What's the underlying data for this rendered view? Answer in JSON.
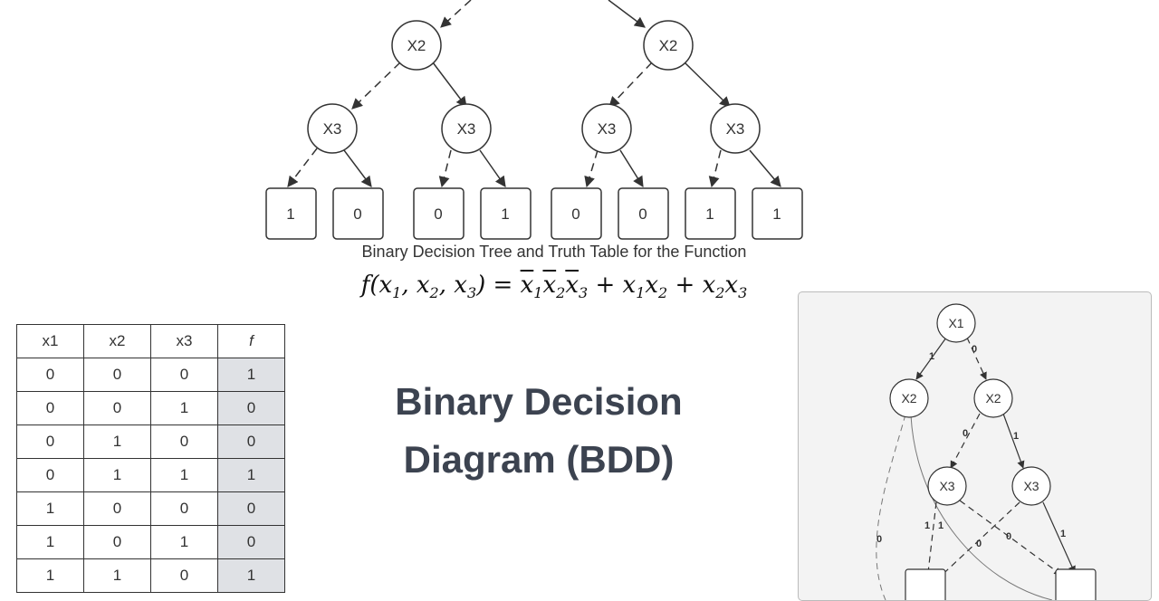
{
  "tree": {
    "level2": [
      "X2",
      "X2"
    ],
    "level3": [
      "X3",
      "X3",
      "X3",
      "X3"
    ],
    "leaves": [
      "1",
      "0",
      "0",
      "1",
      "0",
      "0",
      "1",
      "1"
    ]
  },
  "caption": "Binary Decision Tree and Truth Table for the Function",
  "formula": {
    "f": "f",
    "x": "x",
    "s1": "1",
    "s2": "2",
    "s3": "3",
    "eq": "=",
    "plus": "+"
  },
  "truth_table": {
    "headers": [
      "x1",
      "x2",
      "x3",
      "f"
    ],
    "rows": [
      [
        "0",
        "0",
        "0",
        "1"
      ],
      [
        "0",
        "0",
        "1",
        "0"
      ],
      [
        "0",
        "1",
        "0",
        "0"
      ],
      [
        "0",
        "1",
        "1",
        "1"
      ],
      [
        "1",
        "0",
        "0",
        "0"
      ],
      [
        "1",
        "0",
        "1",
        "0"
      ],
      [
        "1",
        "1",
        "0",
        "1"
      ]
    ]
  },
  "title": {
    "line1": "Binary Decision",
    "line2": "Diagram (BDD)"
  },
  "bdd": {
    "root": "X1",
    "x2_left": "X2",
    "x2_right": "X2",
    "x3_left": "X3",
    "x3_right": "X3",
    "edge_labels": {
      "x1_to_x2l": "1",
      "x1_to_x2r": "0",
      "x2r_to_x3l": "0",
      "x2r_to_x3r": "1",
      "x3l_a": "1",
      "x3l_b": "1",
      "x3l_c": "0",
      "x3r_0": "0",
      "x3r_1": "1",
      "x2l_0": "0"
    }
  },
  "colors": {
    "stroke": "#333333",
    "title": "#3c4350",
    "f_column_fill": "#dfe1e5",
    "panel_bg": "#f3f3f3"
  }
}
